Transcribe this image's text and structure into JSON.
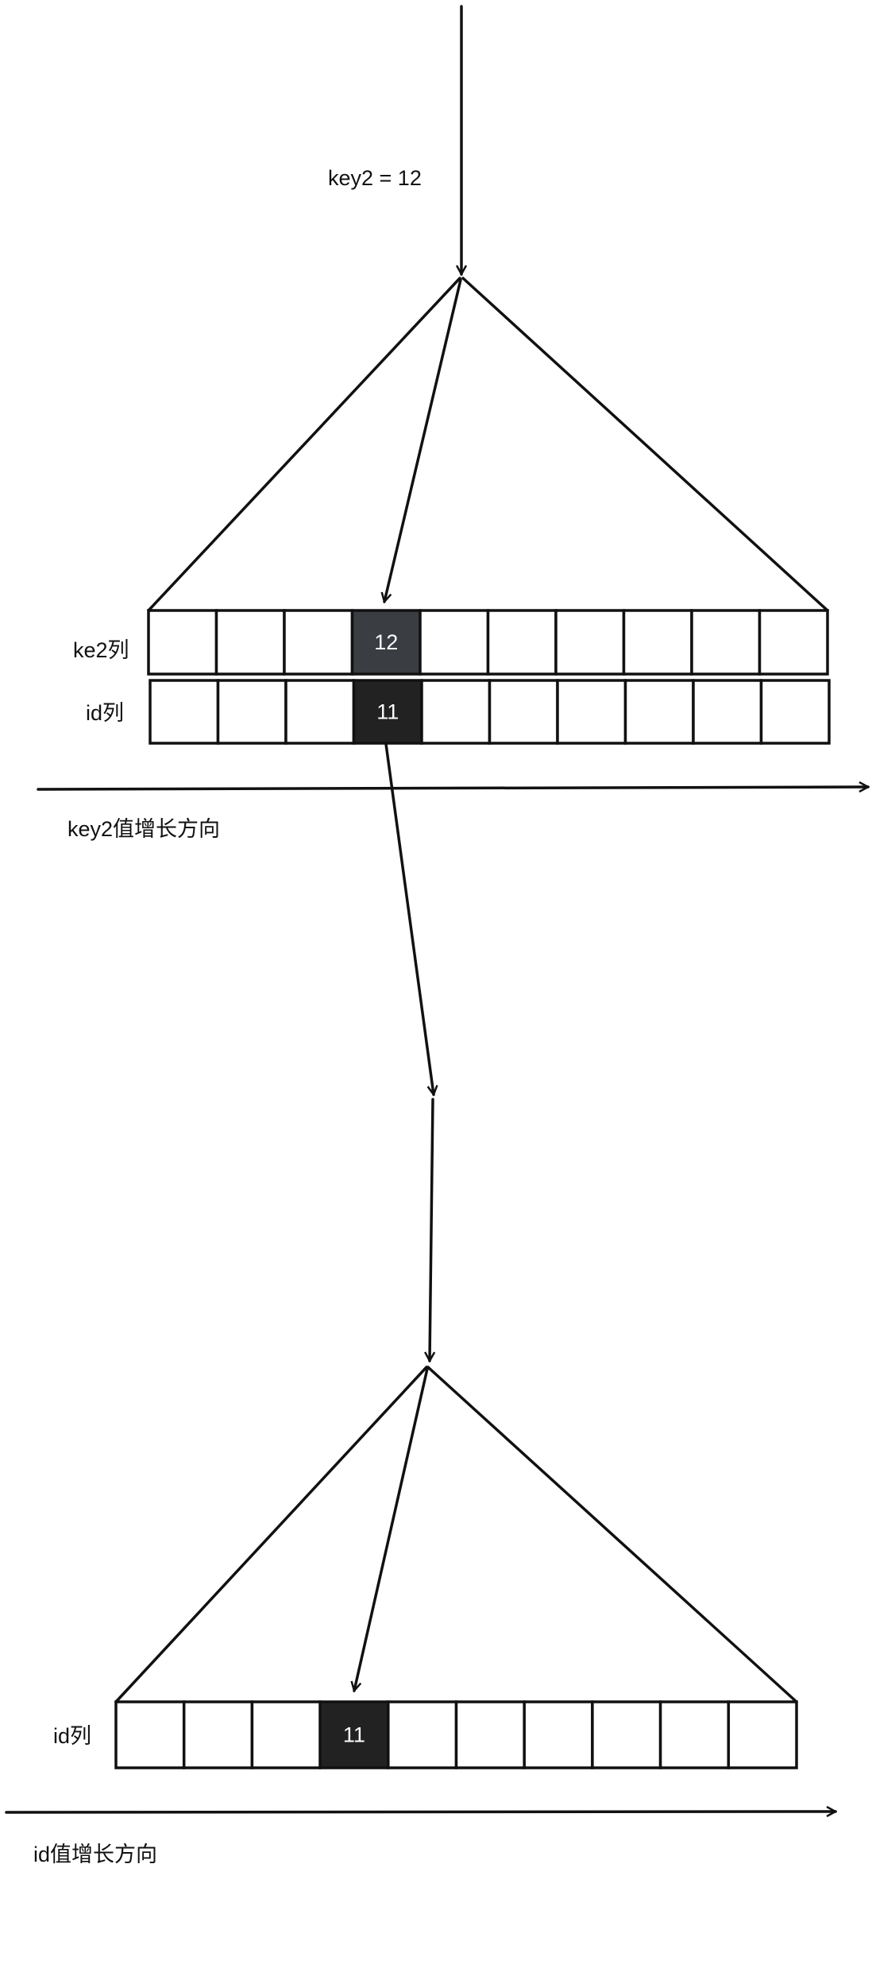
{
  "top": {
    "query_label": "key2  = 12",
    "row_labels": [
      "ke2列",
      "id列"
    ],
    "cells_per_row": 10,
    "highlight_index": 3,
    "highlight_values": [
      "12",
      "11"
    ],
    "highlight_colors": [
      "#3a3d42",
      "#222222"
    ],
    "axis_label": "key2值增长方向"
  },
  "bottom": {
    "row_label": "id列",
    "cells_per_row": 10,
    "highlight_index": 3,
    "highlight_value": "11",
    "highlight_color": "#222222",
    "axis_label": "id值增长方向"
  }
}
